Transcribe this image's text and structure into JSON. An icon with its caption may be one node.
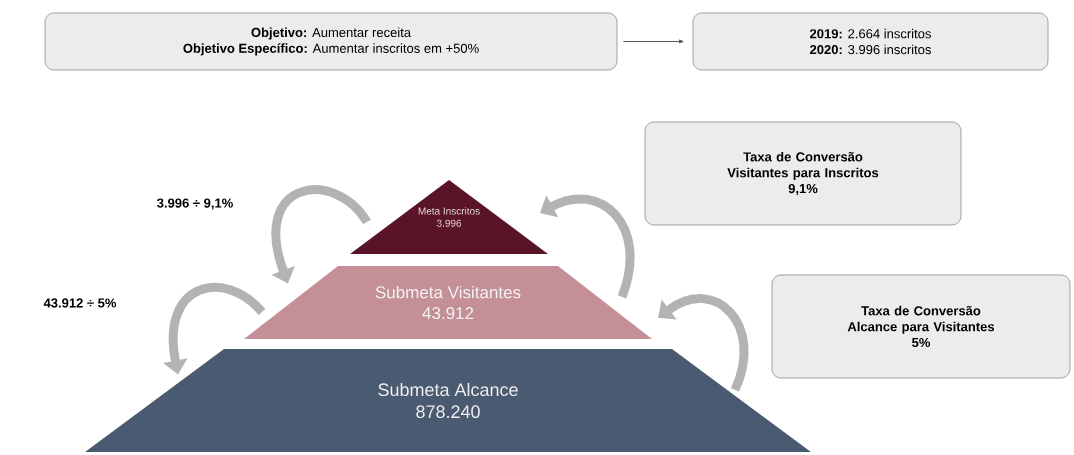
{
  "diagram": {
    "nodes": [
      {
        "text": [
          "**Objetivo:** Aumentar receita",
          "**Objetivo Específico:** Aumentar inscritos em +50%"
        ]
      },
      {
        "text": [
          "**2019:** 2.664 inscritos",
          "**2020:** 3.996 inscritos"
        ]
      },
      {
        "text": [
          "Meta Inscritos",
          "3.996"
        ]
      },
      {
        "text": [
          "Submeta Visitantes",
          "43.912"
        ]
      },
      {
        "text": [
          "Submeta Alcance",
          "878.240"
        ]
      },
      {
        "text": [
          "Taxa de Conversão Visitantes para Inscritos",
          "9,1%"
        ]
      },
      {
        "text": [
          "Taxa de Conversão Alcance para Visitantes",
          "5%"
        ]
      }
    ],
    "edges": [
      {
        "from": 0,
        "to": 1,
        "arrow": "to",
        "color": "#555555"
      },
      {
        "from": 2,
        "to": 3,
        "arrow": "to",
        "label": "3.996 ÷ 9,1%"
      },
      {
        "from": 3,
        "to": 4,
        "arrow": "to",
        "label": "43.912 ÷ 5%"
      },
      {
        "from": 3,
        "to": 2,
        "arrow": "to"
      },
      {
        "from": 4,
        "to": 3,
        "arrow": "to"
      }
    ]
  }
}
